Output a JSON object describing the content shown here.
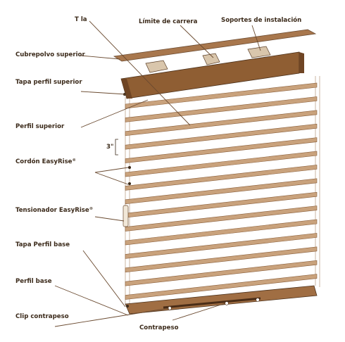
{
  "labels": {
    "tela": "T  la",
    "limite_carrera": "Límite de carrera",
    "soportes": "Soportes de instalación",
    "cubrepolvo": "Cubrepolvo superior",
    "tapa_perfil_superior": "Tapa perfil superior",
    "perfil_superior": "Perfil superior",
    "medida": "3\"",
    "cordon": "Cordón EasyRise",
    "cordon_mark": "®",
    "tensionador": "Tensionador EasyRise",
    "tensionador_mark": "®",
    "tapa_perfil_base": "Tapa Perfil base",
    "perfil_base": "Perfil base",
    "clip": "Clip contrapeso",
    "contrapeso": "Contrapeso"
  },
  "colors": {
    "slat": "#c9a27c",
    "slat_edge": "#8a5f3b",
    "dust_cover": "#a8774d",
    "headrail": "#8f5e33",
    "bottom_rail": "#a06e43",
    "leader": "#6a4a30",
    "text": "#3b2a1a"
  }
}
